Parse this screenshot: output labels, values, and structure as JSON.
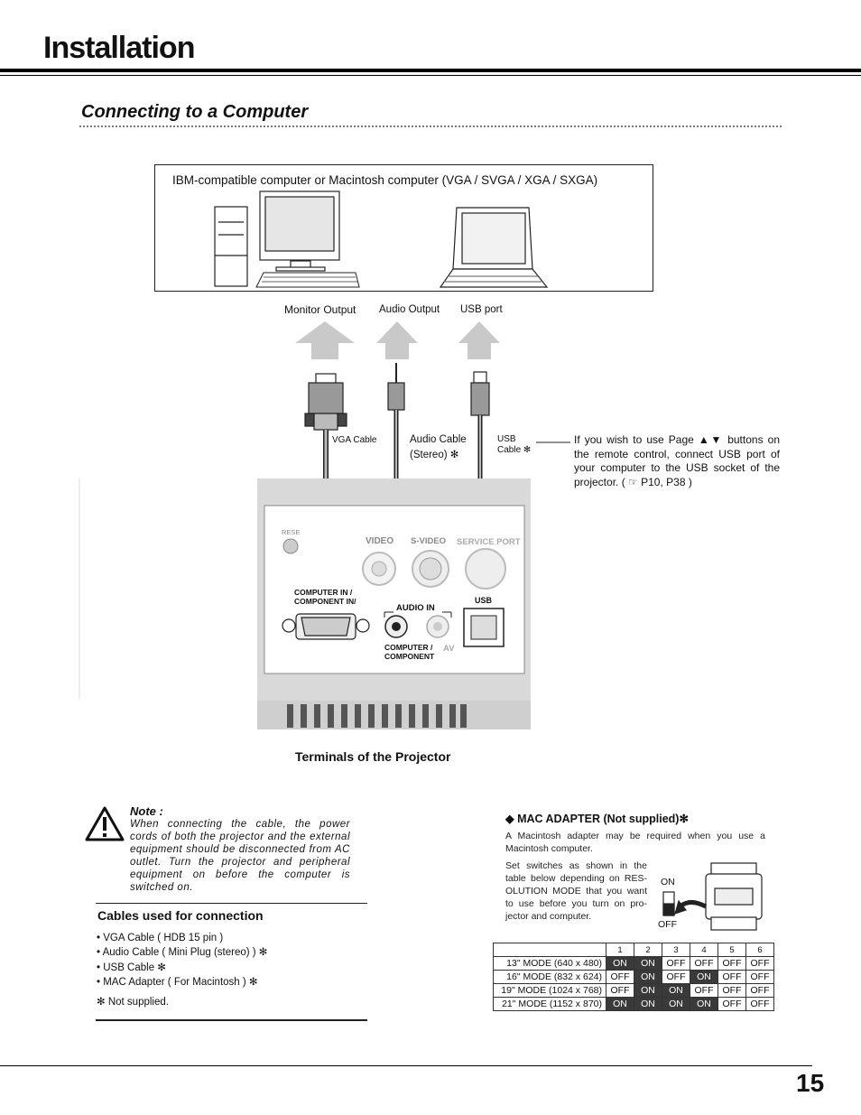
{
  "header": {
    "title": "Installation"
  },
  "section": {
    "title": "Connecting to a Computer"
  },
  "computer_box": {
    "caption": "IBM-compatible computer or Macintosh computer (VGA / SVGA / XGA / SXGA)"
  },
  "ports": {
    "monitor_output": "Monitor Output",
    "audio_output": "Audio Output",
    "usb_port": "USB port"
  },
  "cables": {
    "vga": "VGA Cable",
    "audio_line1": "Audio Cable",
    "audio_line2": "(Stereo) ✻",
    "usb_line1": "USB",
    "usb_line2": "Cable ✻"
  },
  "usb_note": "If you wish to use Page ▲▼ buttons on the remote control, connect USB port of your computer to the USB socket of the projector. ( ☞ P10, P38 )",
  "panel": {
    "reset": "RESE",
    "video": "VIDEO",
    "svideo": "S-VIDEO",
    "service_port": "SERVICE PORT",
    "computer_in_line1": "COMPUTER IN  /",
    "computer_in_line2": "COMPONENT IN/",
    "audio_in": "AUDIO  IN",
    "usb": "USB",
    "computer_component_line1": "COMPUTER /",
    "computer_component_line2": "COMPONENT",
    "av": "AV"
  },
  "terminals_caption": "Terminals of the Projector",
  "note": {
    "title": "Note :",
    "text": "When connecting the cable, the power cords of both the projector and the external equipment should be disconnected from AC outlet.  Turn the projector and peripheral equipment on before the computer is switched on."
  },
  "cables_used": {
    "title": "Cables used for connection",
    "items": [
      "• VGA Cable ( HDB 15 pin )",
      "• Audio Cable ( Mini Plug (stereo) ) ✻",
      "• USB Cable ✻",
      "• MAC Adapter ( For Macintosh ) ✻"
    ],
    "footnote": "✻ Not supplied."
  },
  "mac_adapter": {
    "heading": "◆ MAC ADAPTER (Not supplied)✻",
    "intro": "A Macintosh adapter may be required when you use a Macintosh computer.",
    "instructions": "Set switches as shown in the table below depending on RES-OLUTION MODE that you want to use before you turn on pro-jector and computer.",
    "switch_on": "ON",
    "switch_off": "OFF",
    "table": {
      "columns": [
        "1",
        "2",
        "3",
        "4",
        "5",
        "6"
      ],
      "rows": [
        {
          "mode": "13\" MODE (640 x 480)",
          "values": [
            "ON",
            "ON",
            "OFF",
            "OFF",
            "OFF",
            "OFF"
          ]
        },
        {
          "mode": "16\" MODE (832 x 624)",
          "values": [
            "OFF",
            "ON",
            "OFF",
            "ON",
            "OFF",
            "OFF"
          ]
        },
        {
          "mode": "19\" MODE (1024 x 768)",
          "values": [
            "OFF",
            "ON",
            "ON",
            "OFF",
            "OFF",
            "OFF"
          ]
        },
        {
          "mode": "21\" MODE (1152 x 870)",
          "values": [
            "ON",
            "ON",
            "ON",
            "ON",
            "OFF",
            "OFF"
          ]
        }
      ]
    }
  },
  "page_number": "15",
  "colors": {
    "text": "#111111",
    "panel": "#d9d9d9",
    "panel_dark": "#8a8a8a",
    "on_cell": "#3a3a3a"
  }
}
